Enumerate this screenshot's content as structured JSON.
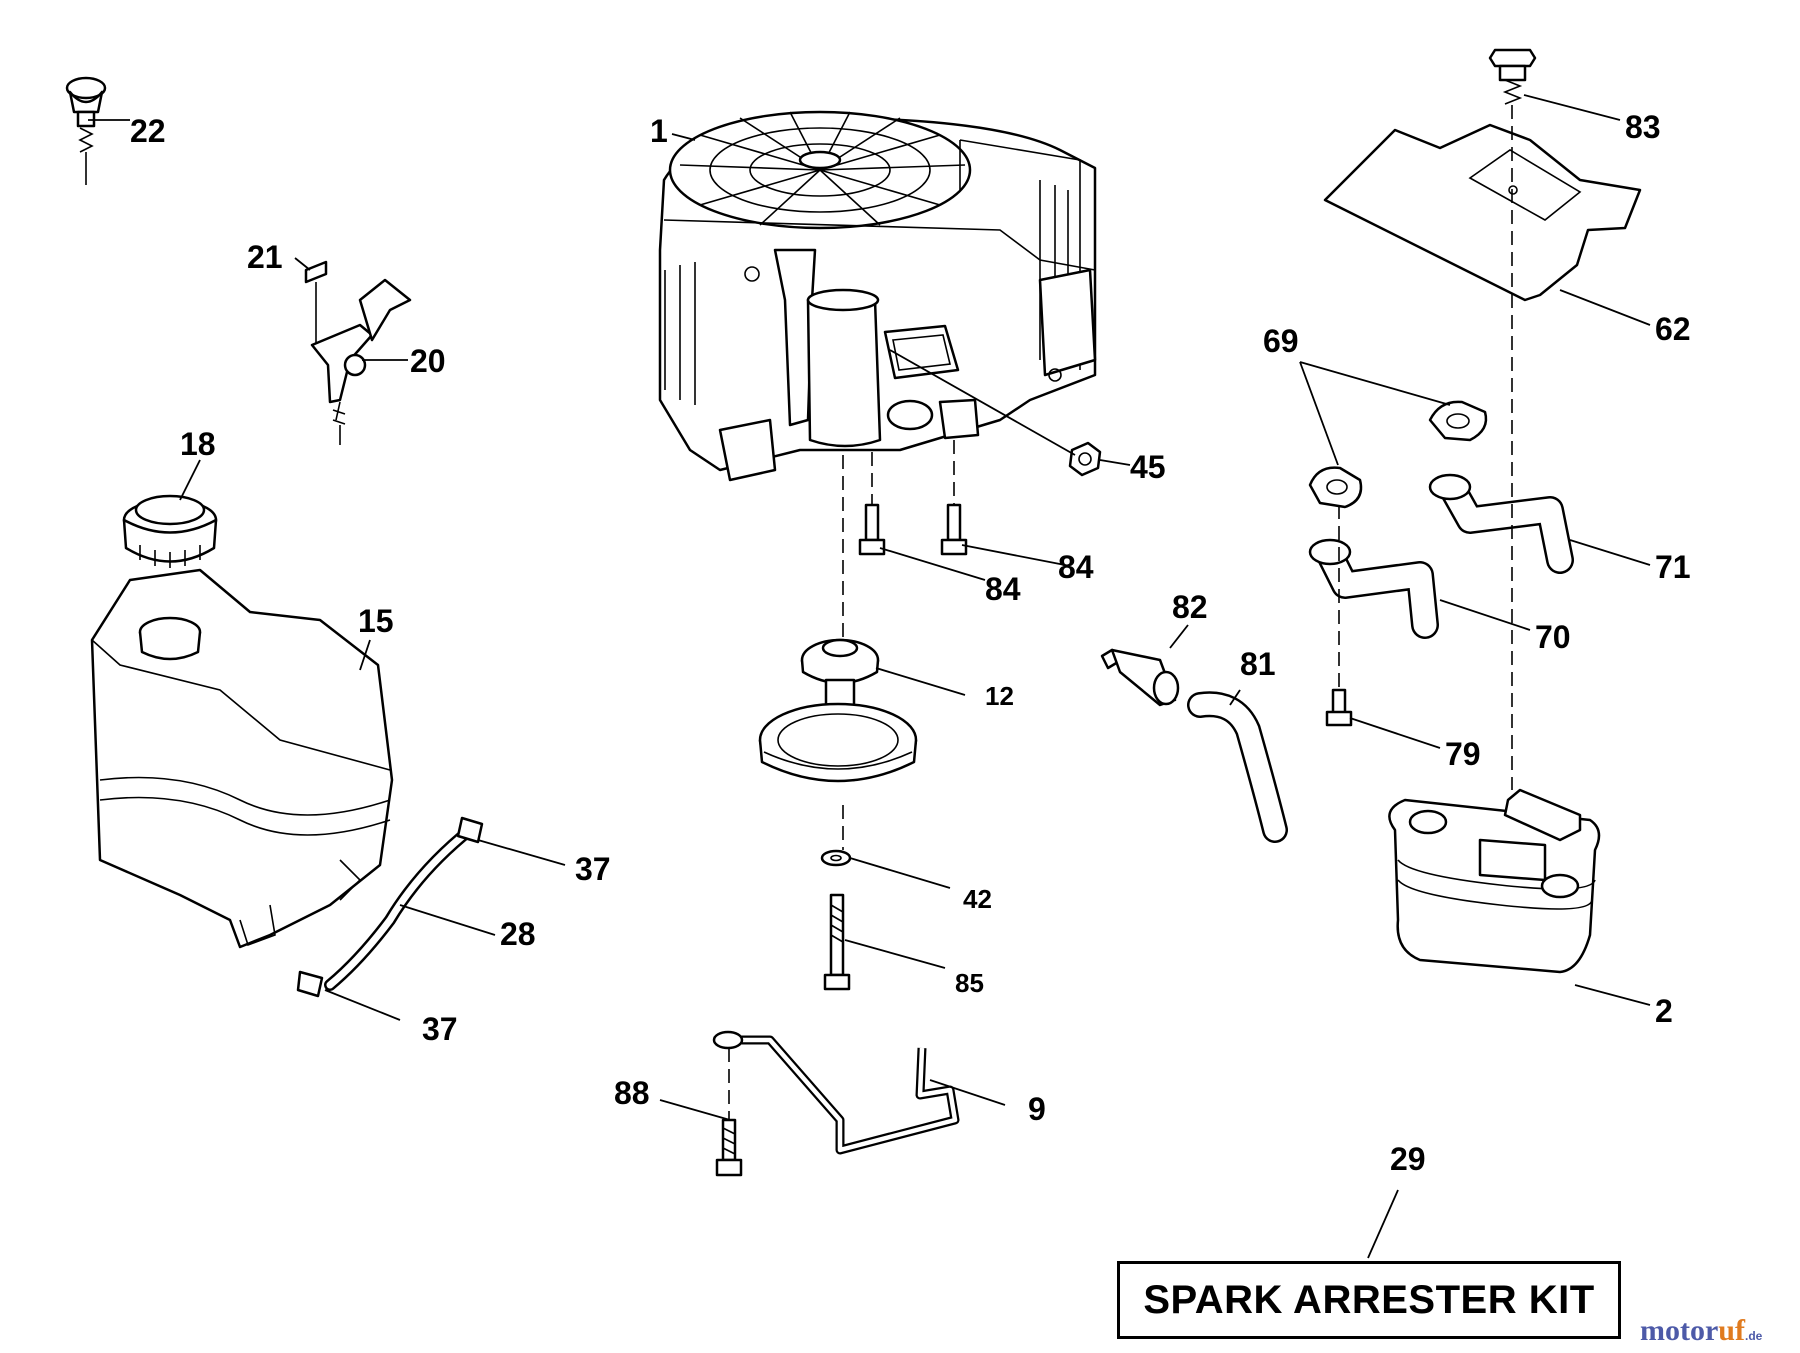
{
  "diagram": {
    "labels": {
      "p1": "1",
      "p2": "2",
      "p9": "9",
      "p12": "12",
      "p15": "15",
      "p18": "18",
      "p20": "20",
      "p21": "21",
      "p22": "22",
      "p28": "28",
      "p29": "29",
      "p37a": "37",
      "p37b": "37",
      "p42": "42",
      "p45": "45",
      "p62": "62",
      "p69": "69",
      "p70": "70",
      "p71": "71",
      "p79": "79",
      "p81": "81",
      "p82": "82",
      "p83": "83",
      "p84a": "84",
      "p84b": "84",
      "p85": "85",
      "p88": "88"
    },
    "kit_label": "SPARK ARRESTER KIT"
  },
  "watermark": {
    "main_a": "motor",
    "main_b": "uf",
    "suffix": ".de"
  }
}
